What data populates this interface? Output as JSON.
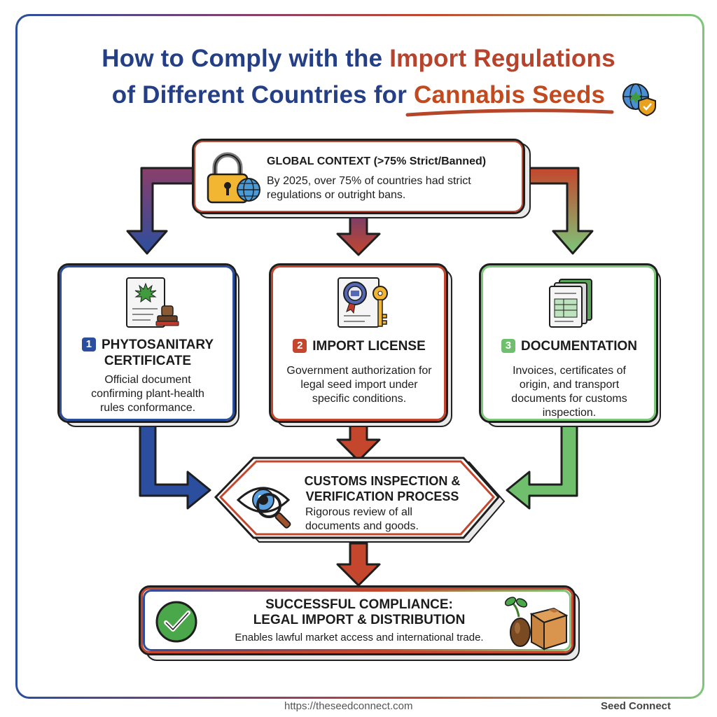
{
  "title": {
    "line1_part1": "How to Comply with the ",
    "line1_part2": "Import Regulations",
    "line2_part1": "of Different Countries for ",
    "line2_part2": "Cannabis Seeds"
  },
  "global_context": {
    "heading": "GLOBAL CONTEXT (>75% Strict/Banned)",
    "text": "By 2025, over 75% of countries had strict regulations or outright bans."
  },
  "steps": [
    {
      "number": "1",
      "heading": "PHYTOSANITARY CERTIFICATE",
      "text": "Official document confirming plant-health rules conformance."
    },
    {
      "number": "2",
      "heading": "IMPORT LICENSE",
      "text": "Government authorization for legal seed import under specific conditions."
    },
    {
      "number": "3",
      "heading": "DOCUMENTATION",
      "text": "Invoices, certificates of origin, and transport documents for customs inspection."
    }
  ],
  "customs": {
    "heading": "CUSTOMS INSPECTION & VERIFICATION PROCESS",
    "text": "Rigorous review of all documents and goods."
  },
  "success": {
    "heading_line1": "SUCCESSFUL COMPLIANCE:",
    "heading_line2": "LEGAL IMPORT & DISTRIBUTION",
    "text": "Enables lawful market access and international trade."
  },
  "footer": {
    "url": "https://theseedconnect.com",
    "brand": "Seed Connect"
  },
  "colors": {
    "blue": "#2b4e9e",
    "red": "#c4462c",
    "green": "#6fbf6c",
    "purple": "#7a3f6a"
  },
  "icons": [
    "globe-shield-icon",
    "padlock-icon",
    "globe-icon",
    "certificate-icon",
    "license-key-icon",
    "documents-icon",
    "magnifier-eye-icon",
    "checkmark-icon",
    "seed-box-icon"
  ]
}
